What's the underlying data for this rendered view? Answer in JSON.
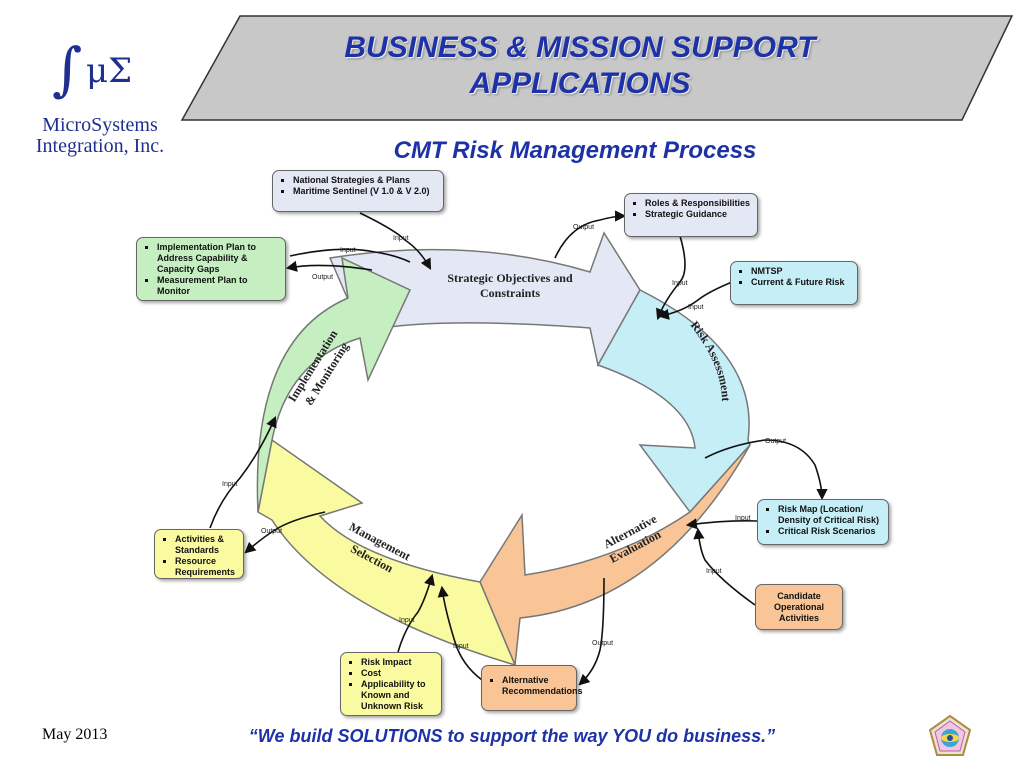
{
  "logo": {
    "integral": "∫",
    "symbol": "μΣ",
    "company_line1": "MicroSystems",
    "company_line2": "Integration, Inc."
  },
  "header": {
    "title_line1": "BUSINESS & MISSION SUPPORT",
    "title_line2": "APPLICATIONS"
  },
  "subtitle": "CMT Risk Management Process",
  "cycle": {
    "strategic": {
      "line1": "Strategic Objectives and",
      "line2": "Constraints",
      "color": "#e4e8f4"
    },
    "risk": {
      "label": "Risk Assessment",
      "color": "#c6eef7"
    },
    "alternative": {
      "line1": "Alternative",
      "line2": "Evaluation",
      "color": "#f9c496"
    },
    "management": {
      "line1": "Management",
      "line2": "Selection",
      "color": "#fafaa0"
    },
    "implementation": {
      "line1": "Implementation",
      "line2": "& Monitoring",
      "color": "#c5efc1"
    }
  },
  "boxes": {
    "national": {
      "items": [
        "National Strategies & Plans",
        "Maritime Sentinel (V 1.0 & V 2.0)"
      ],
      "color": "#e4e8f4"
    },
    "roles": {
      "items": [
        "Roles & Responsibilities",
        "Strategic Guidance"
      ],
      "color": "#e4e8f4"
    },
    "implementation_plan": {
      "items": [
        "Implementation Plan to Address Capability & Capacity Gaps",
        "Measurement Plan to Monitor"
      ],
      "color": "#c5efc1"
    },
    "nmtsp": {
      "items": [
        "NMTSP",
        "Current & Future Risk"
      ],
      "color": "#c6eef7"
    },
    "risk_map": {
      "items": [
        "Risk Map (Location/ Density of Critical Risk)",
        "Critical Risk Scenarios"
      ],
      "color": "#c6eef7"
    },
    "candidate": {
      "text": "Candidate Operational Activities",
      "color": "#f9c496"
    },
    "alt_recs": {
      "items": [
        "Alternative Recommendations"
      ],
      "color": "#f9c496"
    },
    "risk_impact": {
      "items": [
        "Risk Impact",
        "Cost",
        "Applicability to Known and Unknown Risk"
      ],
      "color": "#fafaa0"
    },
    "activities": {
      "items": [
        "Activities & Standards",
        "Resource Requirements"
      ],
      "color": "#fafaa0"
    }
  },
  "connector_labels": {
    "input_national": "Input",
    "output_roles": "Output",
    "input_nmtsp": "Input",
    "input_nmtsp2": "Input",
    "output_impl_plan": "Output",
    "input_impl_plan": "Input",
    "output_risk_map": "Output",
    "input_risk_map": "Input",
    "input_candidate": "Input",
    "output_alt_recs": "Output",
    "input_alt_recs": "Input",
    "input_risk_impact": "Input",
    "output_activities": "Output",
    "input_activities": "Input"
  },
  "footer": {
    "date": "May 2013",
    "quote": "“We build SOLUTIONS to support the way YOU do business.”"
  }
}
